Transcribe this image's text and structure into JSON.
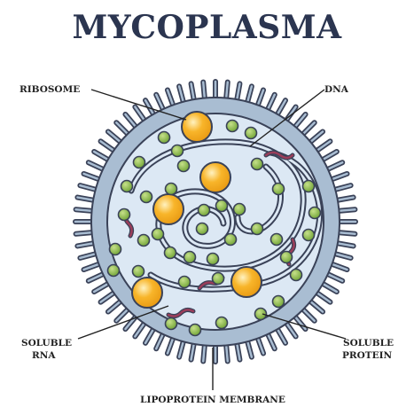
{
  "title": "MYCOPLASMA",
  "labels": {
    "ribosome": "RIBOSOME",
    "dna": "DNA",
    "soluble_rna_1": "SOLUBLE",
    "soluble_rna_2": "RNA",
    "soluble_protein_1": "SOLUBLE",
    "soluble_protein_2": "PROTEIN",
    "membrane": "LIPOPROTEIN MEMBRANE"
  },
  "colors": {
    "membrane_fill": "#a9bdd2",
    "cytoplasm": "#dce8f4",
    "outline": "#3a4258",
    "ribosome": "#f8b52a",
    "protein": "#7fb540",
    "rna": "#9a3d5a"
  }
}
